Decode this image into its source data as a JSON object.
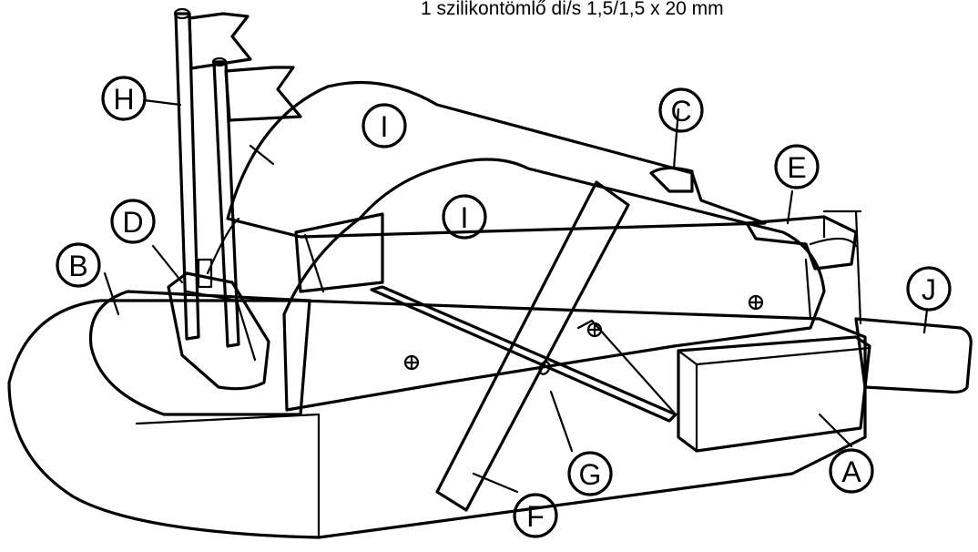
{
  "caption": "1 szilikontömlő di/s 1,5/1,5 x 20 mm",
  "labels": {
    "A": "A",
    "B": "B",
    "C": "C",
    "D": "D",
    "E": "E",
    "F": "F",
    "G": "G",
    "H": "H",
    "I_rear": "I",
    "I_front": "I",
    "J": "J"
  },
  "colors": {
    "ink": "#000000",
    "foam": "#d7d7d7",
    "paper": "#ffffff"
  }
}
